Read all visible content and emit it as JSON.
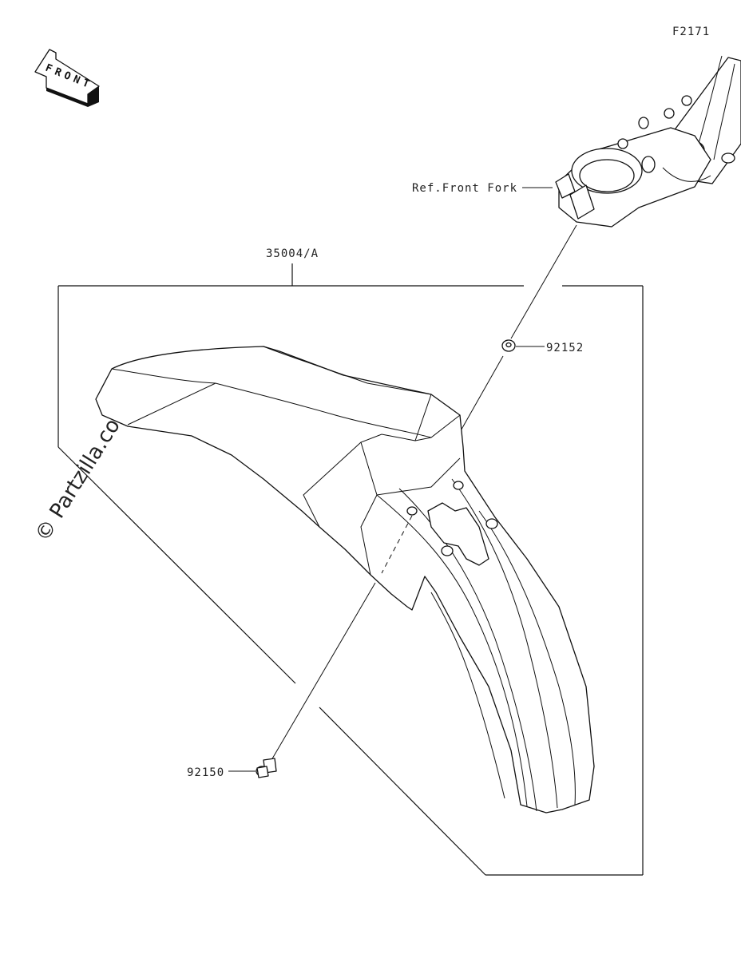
{
  "figure_code": "F2171",
  "front_indicator": "FRONT",
  "watermark": "© Partzilla.com",
  "callouts": {
    "front_fork_ref": "Ref.Front Fork",
    "fender_assembly": "35004/A",
    "washer": "92152",
    "bolt": "92150"
  }
}
